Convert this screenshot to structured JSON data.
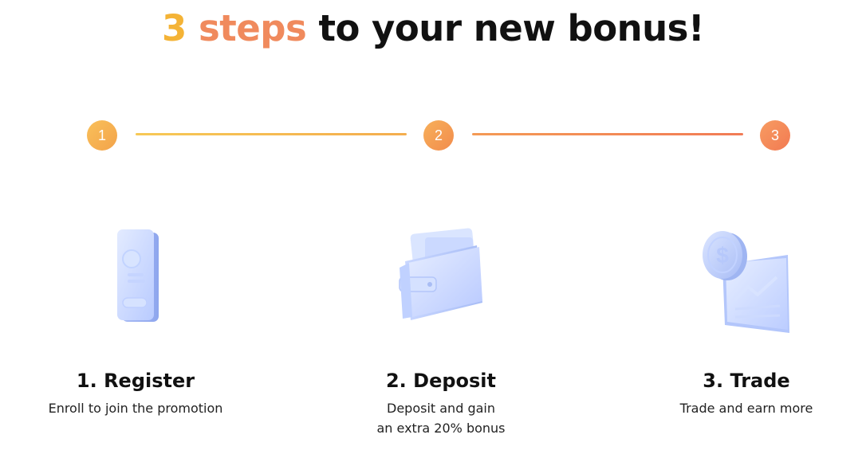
{
  "header": {
    "title_number": "3",
    "title_steps": "steps",
    "title_rest": "to your new bonus!"
  },
  "progress": {
    "badges": [
      "1",
      "2",
      "3"
    ]
  },
  "steps": [
    {
      "icon": "phone-register-icon",
      "title": "1. Register",
      "description": "Enroll to join the promotion"
    },
    {
      "icon": "wallet-icon",
      "title": "2. Deposit",
      "description": "Deposit and gain\nan extra 20% bonus"
    },
    {
      "icon": "dollar-coin-chart-icon",
      "title": "3. Trade",
      "description": "Trade and earn more"
    }
  ],
  "colors": {
    "title_number": "#f4b336",
    "title_steps": "#f08a5d",
    "illustration": "#cfdcff"
  }
}
